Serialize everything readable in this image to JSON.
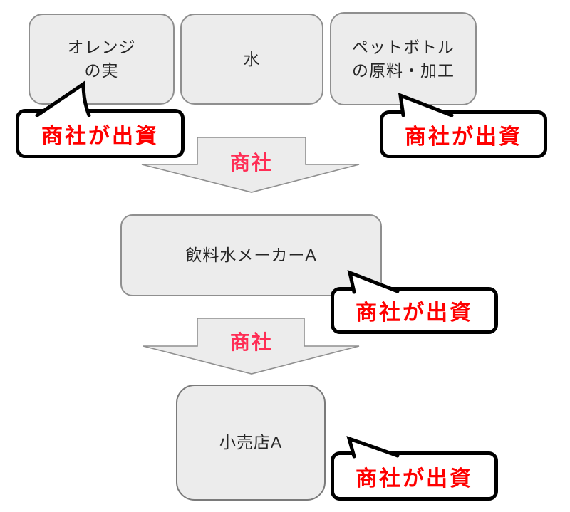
{
  "diagram": {
    "boxes": {
      "orange": {
        "line1": "オレンジ",
        "line2": "の実"
      },
      "water": {
        "line1": "水"
      },
      "pet_bottle": {
        "line1": "ペットボトル",
        "line2": "の原料・加工"
      },
      "beverage_maker": {
        "line1": "飲料水メーカーA"
      },
      "retailer": {
        "line1": "小売店A"
      }
    },
    "arrows": {
      "first": {
        "label": "商社"
      },
      "second": {
        "label": "商社"
      }
    },
    "callouts": {
      "top_left": {
        "text": "商社が出資"
      },
      "top_right": {
        "text": "商社が出資"
      },
      "middle_right": {
        "text": "商社が出資"
      },
      "bottom_right": {
        "text": "商社が出資"
      }
    },
    "colors": {
      "background": "#ffffff",
      "box_fill": "#ececec",
      "box_border": "#8f8f8f",
      "box_text": "#262626",
      "callout_fill": "#ffffff",
      "callout_border": "#000000",
      "callout_text": "#ff0000",
      "arrow_fill": "#ececec",
      "arrow_border": "#8f8f8f",
      "arrow_label": "#ff2d55"
    }
  }
}
